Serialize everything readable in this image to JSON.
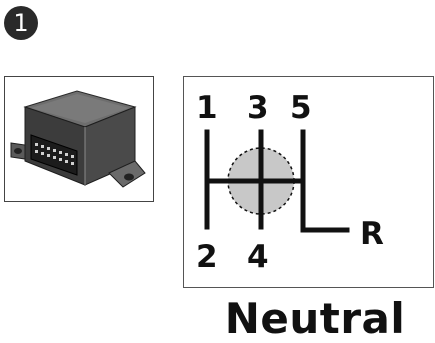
{
  "step": {
    "number": "1"
  },
  "device": {
    "icon": "control-module-icon"
  },
  "shift_pattern": {
    "gears_top": [
      "1",
      "3",
      "5"
    ],
    "gears_bottom": [
      "2",
      "4"
    ],
    "reverse": "R",
    "highlight": "neutral-position",
    "colors": {
      "lines": "#111111",
      "neutral_fill": "#c8c8c8"
    }
  },
  "caption": {
    "text": "Neutral"
  }
}
